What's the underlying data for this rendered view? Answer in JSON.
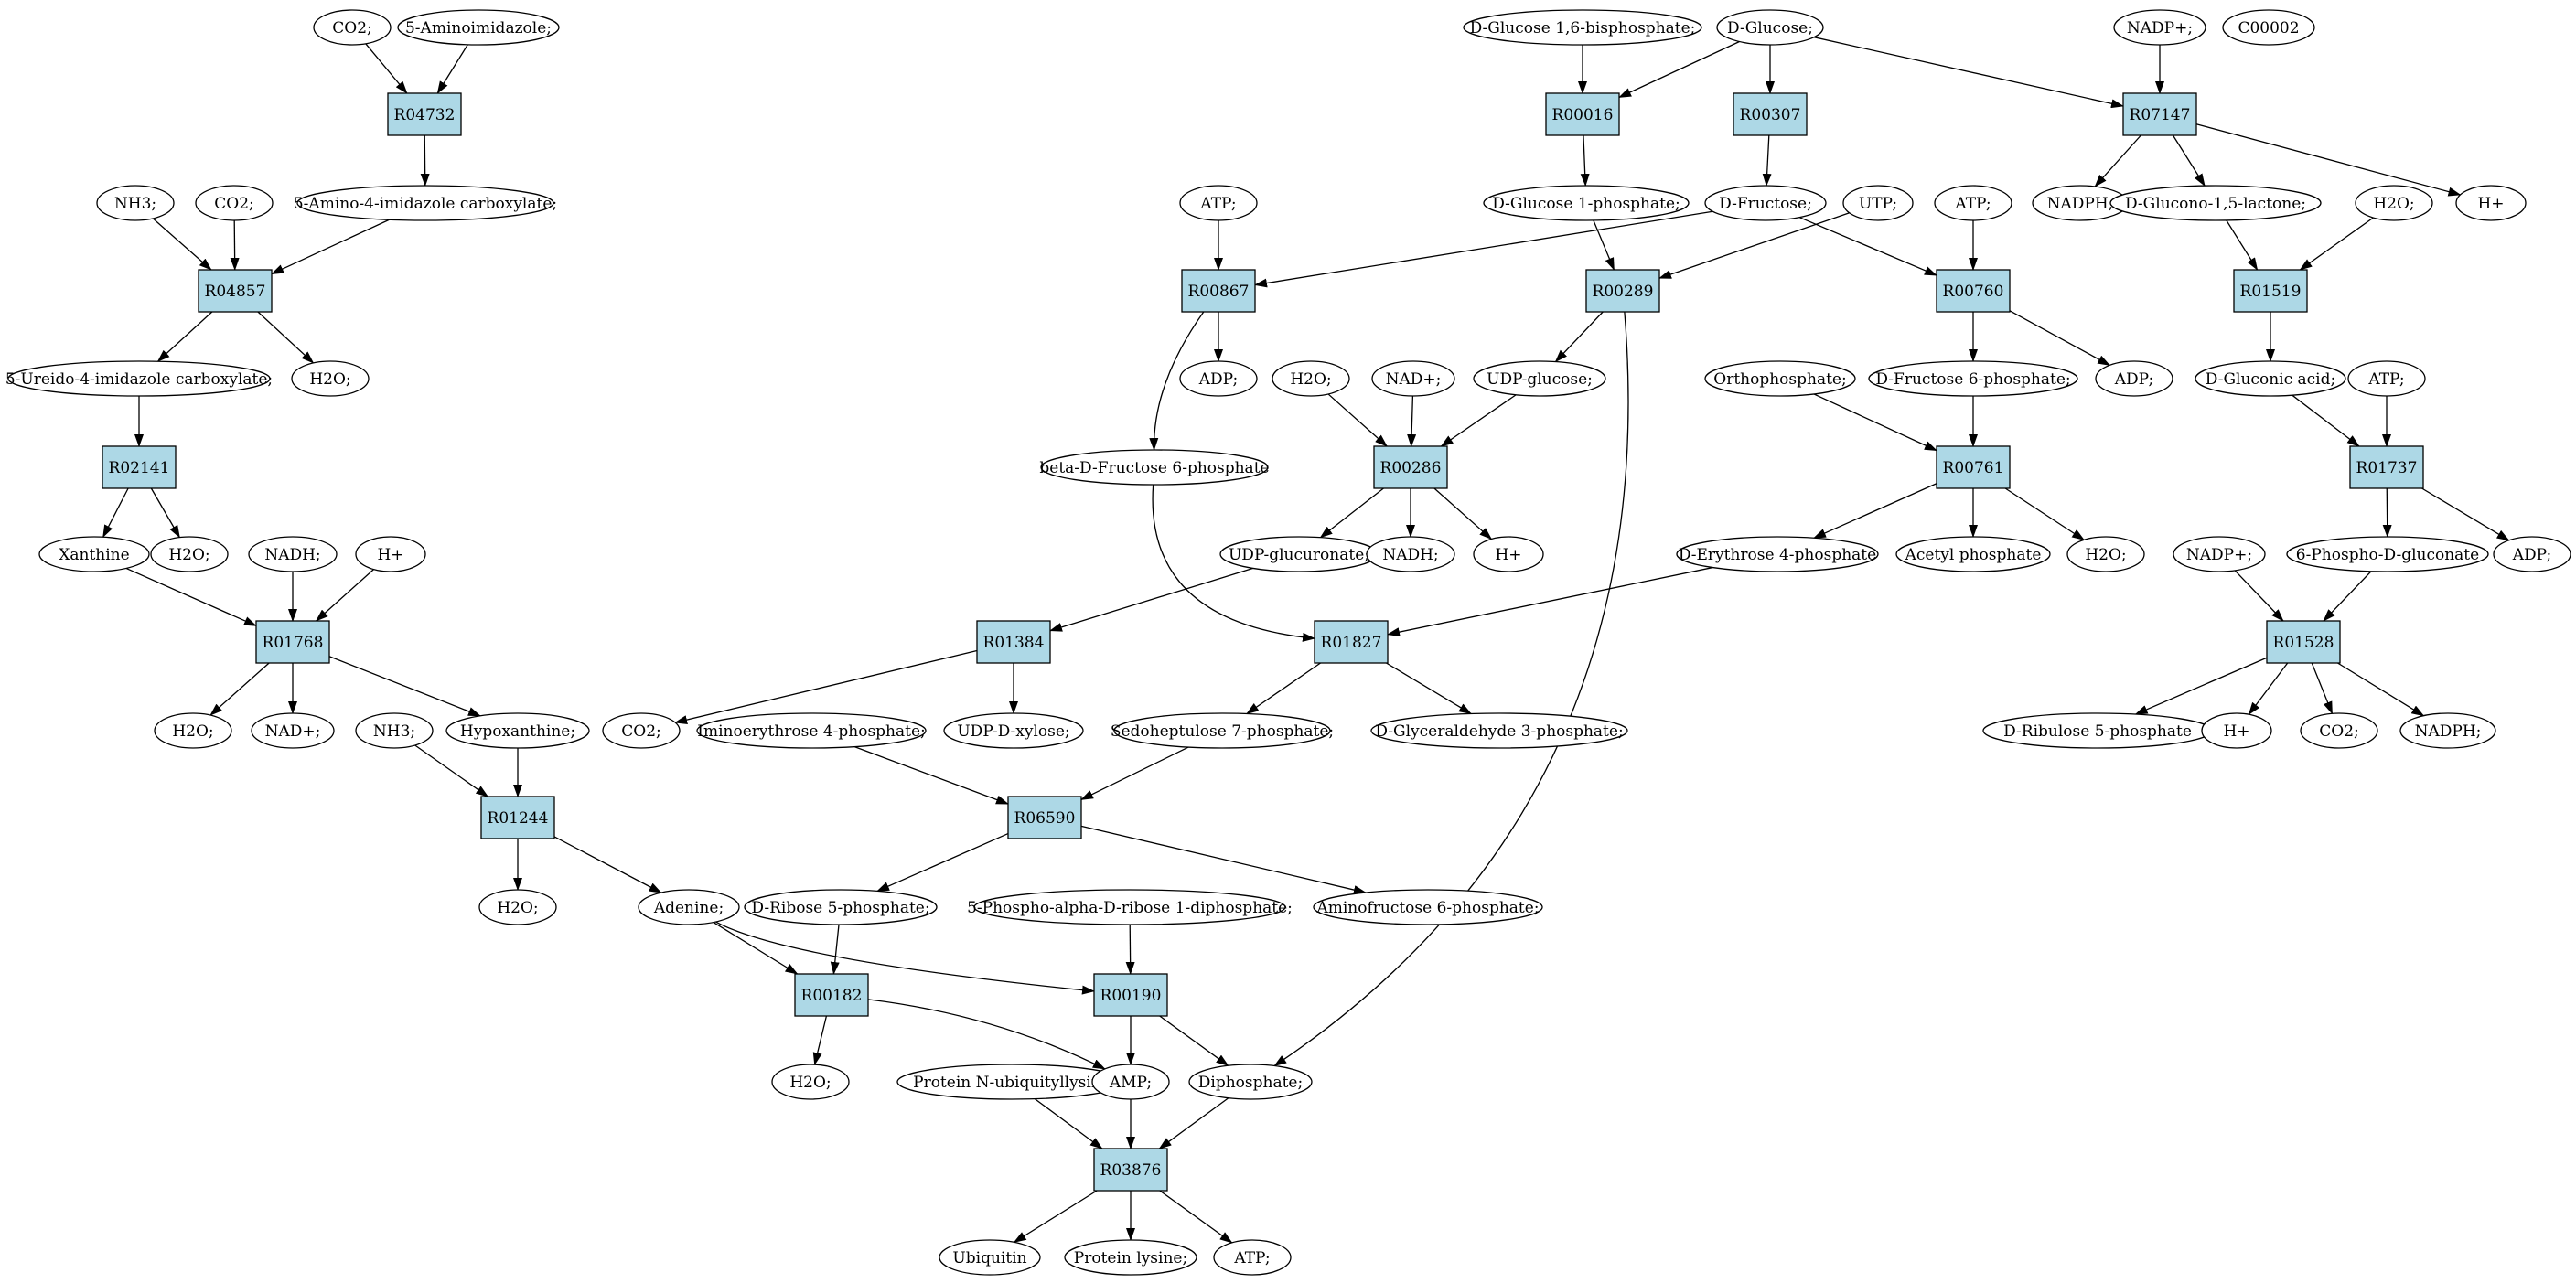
{
  "colors": {
    "reaction_fill": "#add8e6",
    "compound_fill": "#ffffff",
    "start_compound_fill": "#00ee00",
    "highlight_compound_fill": "#ffff00",
    "stroke": "#000000"
  },
  "reactions": [
    {
      "id": "R04732",
      "label": "R04732"
    },
    {
      "id": "R04857",
      "label": "R04857"
    },
    {
      "id": "R02141",
      "label": "R02141"
    },
    {
      "id": "R01768",
      "label": "R01768"
    },
    {
      "id": "R01244",
      "label": "R01244"
    },
    {
      "id": "R00016",
      "label": "R00016"
    },
    {
      "id": "R00307",
      "label": "R00307"
    },
    {
      "id": "R07147",
      "label": "R07147"
    },
    {
      "id": "R00867",
      "label": "R00867"
    },
    {
      "id": "R00289",
      "label": "R00289"
    },
    {
      "id": "R00760",
      "label": "R00760"
    },
    {
      "id": "R01519",
      "label": "R01519"
    },
    {
      "id": "R00286",
      "label": "R00286"
    },
    {
      "id": "R00761",
      "label": "R00761"
    },
    {
      "id": "R01737",
      "label": "R01737"
    },
    {
      "id": "R01384",
      "label": "R01384"
    },
    {
      "id": "R01827",
      "label": "R01827"
    },
    {
      "id": "R01528",
      "label": "R01528"
    },
    {
      "id": "R06590",
      "label": "R06590"
    },
    {
      "id": "R00182",
      "label": "R00182"
    },
    {
      "id": "R00190",
      "label": "R00190"
    },
    {
      "id": "R03876",
      "label": "R03876"
    }
  ],
  "compounds": [
    {
      "id": "c_co2_1",
      "label": "CO2;"
    },
    {
      "id": "c_aminoimidazole",
      "label": "5-Aminoimidazole;"
    },
    {
      "id": "c_amino_imidazole_carboxylate",
      "label": "5-Amino-4-imidazole carboxylate;"
    },
    {
      "id": "c_nh3_1",
      "label": "NH3;"
    },
    {
      "id": "c_co2_2",
      "label": "CO2;"
    },
    {
      "id": "c_ureido",
      "label": "5-Ureido-4-imidazole carboxylate;"
    },
    {
      "id": "c_h2o_1",
      "label": "H2O;"
    },
    {
      "id": "c_xanthine",
      "label": "Xanthine"
    },
    {
      "id": "c_h2o_2",
      "label": "H2O;"
    },
    {
      "id": "c_nadh_1",
      "label": "NADH;"
    },
    {
      "id": "c_hplus_1",
      "label": "H+"
    },
    {
      "id": "c_h2o_3",
      "label": "H2O;"
    },
    {
      "id": "c_nadplus_1",
      "label": "NAD+;"
    },
    {
      "id": "c_nh3_2",
      "label": "NH3;"
    },
    {
      "id": "c_hypoxanthine",
      "label": "Hypoxanthine;"
    },
    {
      "id": "c_h2o_4",
      "label": "H2O;"
    },
    {
      "id": "c_adenine",
      "label": "Adenine;"
    },
    {
      "id": "c_glc16bp",
      "label": "D-Glucose 1,6-bisphosphate;"
    },
    {
      "id": "c_glucose",
      "label": "D-Glucose;",
      "start": true
    },
    {
      "id": "c_nadpplus_1",
      "label": "NADP+;"
    },
    {
      "id": "c_c00002",
      "label": "C00002",
      "highlight": true
    },
    {
      "id": "c_glc1p",
      "label": "D-Glucose 1-phosphate;"
    },
    {
      "id": "c_fructose",
      "label": "D-Fructose;"
    },
    {
      "id": "c_utp",
      "label": "UTP;"
    },
    {
      "id": "c_atp_1",
      "label": "ATP;"
    },
    {
      "id": "c_atp_2",
      "label": "ATP;"
    },
    {
      "id": "c_nadph_1",
      "label": "NADPH;"
    },
    {
      "id": "c_gluconolactone",
      "label": "D-Glucono-1,5-lactone;"
    },
    {
      "id": "c_h2o_5",
      "label": "H2O;"
    },
    {
      "id": "c_hplus_2",
      "label": "H+"
    },
    {
      "id": "c_adp_1",
      "label": "ADP;"
    },
    {
      "id": "c_h2o_6",
      "label": "H2O;"
    },
    {
      "id": "c_nadplus_2",
      "label": "NAD+;"
    },
    {
      "id": "c_udpglucose",
      "label": "UDP-glucose;"
    },
    {
      "id": "c_orthophosphate",
      "label": "Orthophosphate;"
    },
    {
      "id": "c_fru6p",
      "label": "D-Fructose 6-phosphate;"
    },
    {
      "id": "c_adp_2",
      "label": "ADP;"
    },
    {
      "id": "c_gluconic",
      "label": "D-Gluconic acid;"
    },
    {
      "id": "c_atp_3",
      "label": "ATP;"
    },
    {
      "id": "c_betafru6p",
      "label": "beta-D-Fructose 6-phosphate"
    },
    {
      "id": "c_udpglucuronate",
      "label": "UDP-glucuronate;"
    },
    {
      "id": "c_nadh_2",
      "label": "NADH;"
    },
    {
      "id": "c_hplus_3",
      "label": "H+"
    },
    {
      "id": "c_erythrose4p",
      "label": "D-Erythrose 4-phosphate"
    },
    {
      "id": "c_acetylp",
      "label": "Acetyl phosphate"
    },
    {
      "id": "c_h2o_7",
      "label": "H2O;"
    },
    {
      "id": "c_nadpplus_2",
      "label": "NADP+;"
    },
    {
      "id": "c_phosphogluconate",
      "label": "6-Phospho-D-gluconate"
    },
    {
      "id": "c_adp_3",
      "label": "ADP;"
    },
    {
      "id": "c_co2_3",
      "label": "CO2;"
    },
    {
      "id": "c_iminoerythrose",
      "label": "Iminoerythrose 4-phosphate;"
    },
    {
      "id": "c_udpxylose",
      "label": "UDP-D-xylose;"
    },
    {
      "id": "c_sedoheptulose",
      "label": "Sedoheptulose 7-phosphate;"
    },
    {
      "id": "c_glyceraldehyde",
      "label": "D-Glyceraldehyde 3-phosphate;"
    },
    {
      "id": "c_ribulose5p",
      "label": "D-Ribulose 5-phosphate"
    },
    {
      "id": "c_hplus_4",
      "label": "H+"
    },
    {
      "id": "c_co2_4",
      "label": "CO2;"
    },
    {
      "id": "c_nadph_2",
      "label": "NADPH;"
    },
    {
      "id": "c_ribose5p",
      "label": "D-Ribose 5-phosphate;"
    },
    {
      "id": "c_prpp",
      "label": "5-Phospho-alpha-D-ribose 1-diphosphate;"
    },
    {
      "id": "c_aminofructose",
      "label": "Aminofructose 6-phosphate;"
    },
    {
      "id": "c_h2o_8",
      "label": "H2O;"
    },
    {
      "id": "c_protein_ub",
      "label": "Protein N-ubiquityllysine"
    },
    {
      "id": "c_amp",
      "label": "AMP;"
    },
    {
      "id": "c_diphosphate",
      "label": "Diphosphate;"
    },
    {
      "id": "c_ubiquitin",
      "label": "Ubiquitin"
    },
    {
      "id": "c_protein_lysine",
      "label": "Protein lysine;"
    },
    {
      "id": "c_atp_4",
      "label": "ATP;"
    }
  ],
  "edges": [
    [
      "c_co2_1",
      "R04732"
    ],
    [
      "c_aminoimidazole",
      "R04732"
    ],
    [
      "R04732",
      "c_amino_imidazole_carboxylate"
    ],
    [
      "c_nh3_1",
      "R04857"
    ],
    [
      "c_co2_2",
      "R04857"
    ],
    [
      "c_amino_imidazole_carboxylate",
      "R04857"
    ],
    [
      "R04857",
      "c_ureido"
    ],
    [
      "R04857",
      "c_h2o_1"
    ],
    [
      "c_ureido",
      "R02141"
    ],
    [
      "R02141",
      "c_xanthine"
    ],
    [
      "R02141",
      "c_h2o_2"
    ],
    [
      "c_xanthine",
      "R01768"
    ],
    [
      "c_nadh_1",
      "R01768"
    ],
    [
      "c_hplus_1",
      "R01768"
    ],
    [
      "R01768",
      "c_h2o_3"
    ],
    [
      "R01768",
      "c_nadplus_1"
    ],
    [
      "R01768",
      "c_hypoxanthine"
    ],
    [
      "c_nh3_2",
      "R01244"
    ],
    [
      "c_hypoxanthine",
      "R01244"
    ],
    [
      "R01244",
      "c_h2o_4"
    ],
    [
      "R01244",
      "c_adenine"
    ],
    [
      "c_glc16bp",
      "R00016"
    ],
    [
      "c_glucose",
      "R00016"
    ],
    [
      "c_glucose",
      "R00307"
    ],
    [
      "c_glucose",
      "R07147"
    ],
    [
      "c_nadpplus_1",
      "R07147"
    ],
    [
      "R07147",
      "c_nadph_1"
    ],
    [
      "R07147",
      "c_gluconolactone"
    ],
    [
      "R07147",
      "c_hplus_2"
    ],
    [
      "R00016",
      "c_glc1p"
    ],
    [
      "R00307",
      "c_fructose"
    ],
    [
      "c_glc1p",
      "R00289"
    ],
    [
      "c_utp",
      "R00289"
    ],
    [
      "R00289",
      "c_udpglucose"
    ],
    [
      "R00289",
      "c_diphosphate"
    ],
    [
      "c_atp_1",
      "R00867"
    ],
    [
      "c_fructose",
      "R00867"
    ],
    [
      "R00867",
      "c_adp_1"
    ],
    [
      "R00867",
      "c_betafru6p"
    ],
    [
      "c_fructose",
      "R00760"
    ],
    [
      "c_atp_2",
      "R00760"
    ],
    [
      "R00760",
      "c_fru6p"
    ],
    [
      "R00760",
      "c_adp_2"
    ],
    [
      "c_gluconolactone",
      "R01519"
    ],
    [
      "c_h2o_5",
      "R01519"
    ],
    [
      "R01519",
      "c_gluconic"
    ],
    [
      "c_h2o_6",
      "R00286"
    ],
    [
      "c_nadplus_2",
      "R00286"
    ],
    [
      "c_udpglucose",
      "R00286"
    ],
    [
      "R00286",
      "c_udpglucuronate"
    ],
    [
      "R00286",
      "c_nadh_2"
    ],
    [
      "R00286",
      "c_hplus_3"
    ],
    [
      "c_orthophosphate",
      "R00761"
    ],
    [
      "c_fru6p",
      "R00761"
    ],
    [
      "R00761",
      "c_erythrose4p"
    ],
    [
      "R00761",
      "c_acetylp"
    ],
    [
      "R00761",
      "c_h2o_7"
    ],
    [
      "c_gluconic",
      "R01737"
    ],
    [
      "c_atp_3",
      "R01737"
    ],
    [
      "R01737",
      "c_phosphogluconate"
    ],
    [
      "R01737",
      "c_adp_3"
    ],
    [
      "c_udpglucuronate",
      "R01384"
    ],
    [
      "R01384",
      "c_co2_3"
    ],
    [
      "R01384",
      "c_udpxylose"
    ],
    [
      "c_betafru6p",
      "R01827"
    ],
    [
      "c_erythrose4p",
      "R01827"
    ],
    [
      "R01827",
      "c_sedoheptulose"
    ],
    [
      "R01827",
      "c_glyceraldehyde"
    ],
    [
      "c_nadpplus_2",
      "R01528"
    ],
    [
      "c_phosphogluconate",
      "R01528"
    ],
    [
      "R01528",
      "c_ribulose5p"
    ],
    [
      "R01528",
      "c_hplus_4"
    ],
    [
      "R01528",
      "c_co2_4"
    ],
    [
      "R01528",
      "c_nadph_2"
    ],
    [
      "c_iminoerythrose",
      "R06590"
    ],
    [
      "c_sedoheptulose",
      "R06590"
    ],
    [
      "R06590",
      "c_ribose5p"
    ],
    [
      "R06590",
      "c_aminofructose"
    ],
    [
      "c_adenine",
      "R00182"
    ],
    [
      "c_ribose5p",
      "R00182"
    ],
    [
      "R00182",
      "c_h2o_8"
    ],
    [
      "R00182",
      "c_amp"
    ],
    [
      "c_adenine",
      "R00190"
    ],
    [
      "c_prpp",
      "R00190"
    ],
    [
      "R00190",
      "c_amp"
    ],
    [
      "R00190",
      "c_diphosphate"
    ],
    [
      "c_protein_ub",
      "R03876"
    ],
    [
      "c_amp",
      "R03876"
    ],
    [
      "c_diphosphate",
      "R03876"
    ],
    [
      "R03876",
      "c_ubiquitin"
    ],
    [
      "R03876",
      "c_protein_lysine"
    ],
    [
      "R03876",
      "c_atp_4"
    ]
  ]
}
